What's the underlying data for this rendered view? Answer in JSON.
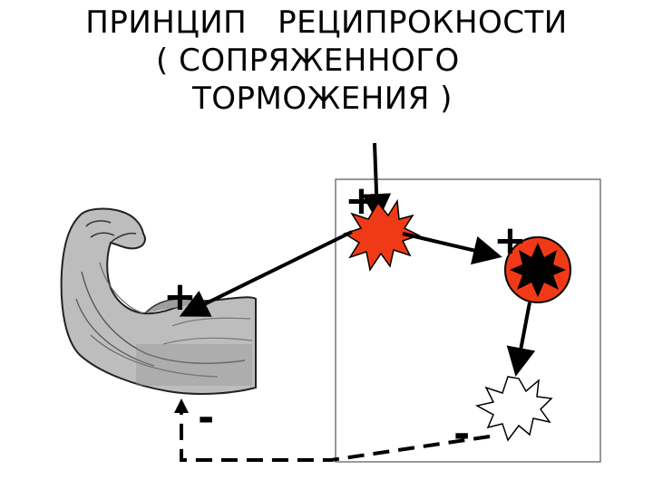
{
  "title": {
    "line1": "ПРИНЦИП   РЕЦИПРОКНОСТИ",
    "line2": "( СОПРЯЖЕННОГО",
    "line3": "ТОРМОЖЕНИЯ )"
  },
  "signs": {
    "plus_top": "+",
    "plus_right": "+",
    "plus_muscle": "+",
    "minus_muscle": "-",
    "minus_neuron": "-"
  },
  "colors": {
    "excitatory_fill": "#f03a17",
    "inhibitory_fill": "#ffffff",
    "motor_core": "#000000",
    "stroke": "#000000"
  }
}
